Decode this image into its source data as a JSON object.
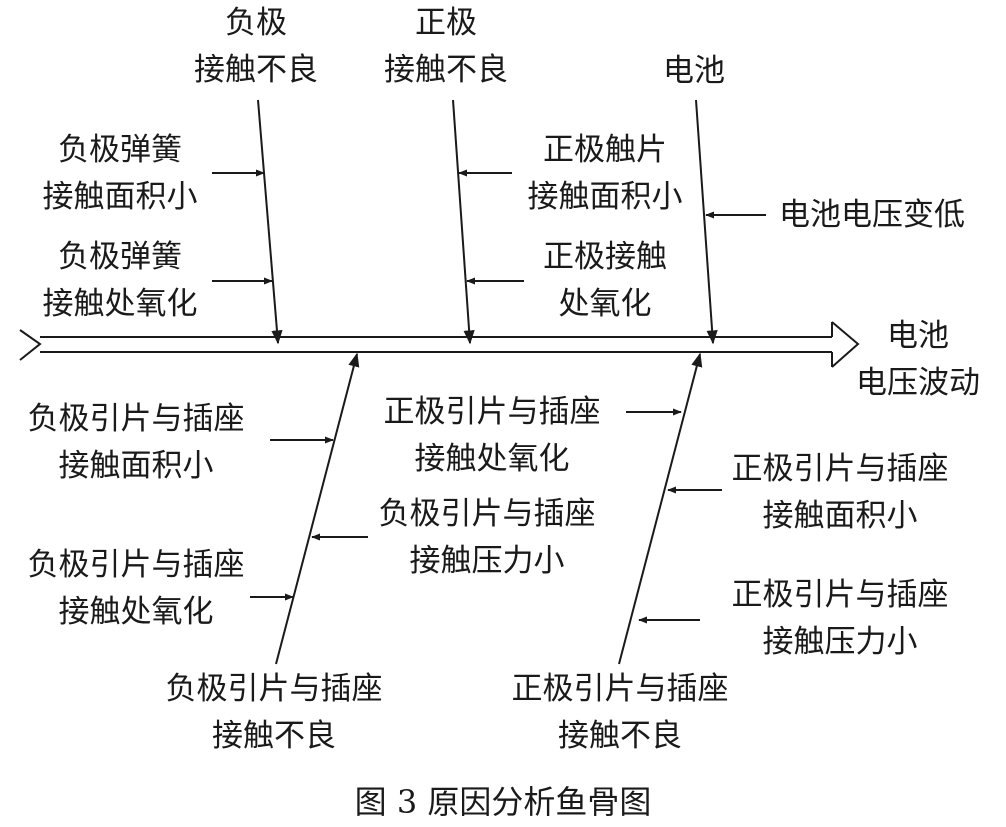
{
  "diagram": {
    "effect": [
      "电池",
      "电压波动"
    ],
    "top_causes": [
      {
        "name": [
          "负极",
          "接触不良"
        ],
        "sub_causes": [
          [
            "负极弹簧",
            "接触面积小"
          ],
          [
            "负极弹簧",
            "接触处氧化"
          ]
        ]
      },
      {
        "name": [
          "正极",
          "接触不良"
        ],
        "sub_causes": [
          [
            "正极触片",
            "接触面积小"
          ],
          [
            "正极接触",
            "处氧化"
          ]
        ]
      },
      {
        "name": [
          "电池"
        ],
        "sub_causes": [
          [
            "电池电压变低"
          ]
        ]
      }
    ],
    "bottom_causes": [
      {
        "name": [
          "负极引片与插座",
          "接触不良"
        ],
        "sub_causes": [
          [
            "负极引片与插座",
            "接触面积小"
          ],
          [
            "负极引片与插座",
            "接触压力小"
          ],
          [
            "负极引片与插座",
            "接触处氧化"
          ]
        ]
      },
      {
        "name": [
          "正极引片与插座",
          "接触不良"
        ],
        "sub_causes": [
          [
            "正极引片与插座",
            "接触处氧化"
          ],
          [
            "正极引片与插座",
            "接触面积小"
          ],
          [
            "正极引片与插座",
            "接触压力小"
          ]
        ]
      }
    ],
    "caption": "图 3   原因分析鱼骨图"
  }
}
